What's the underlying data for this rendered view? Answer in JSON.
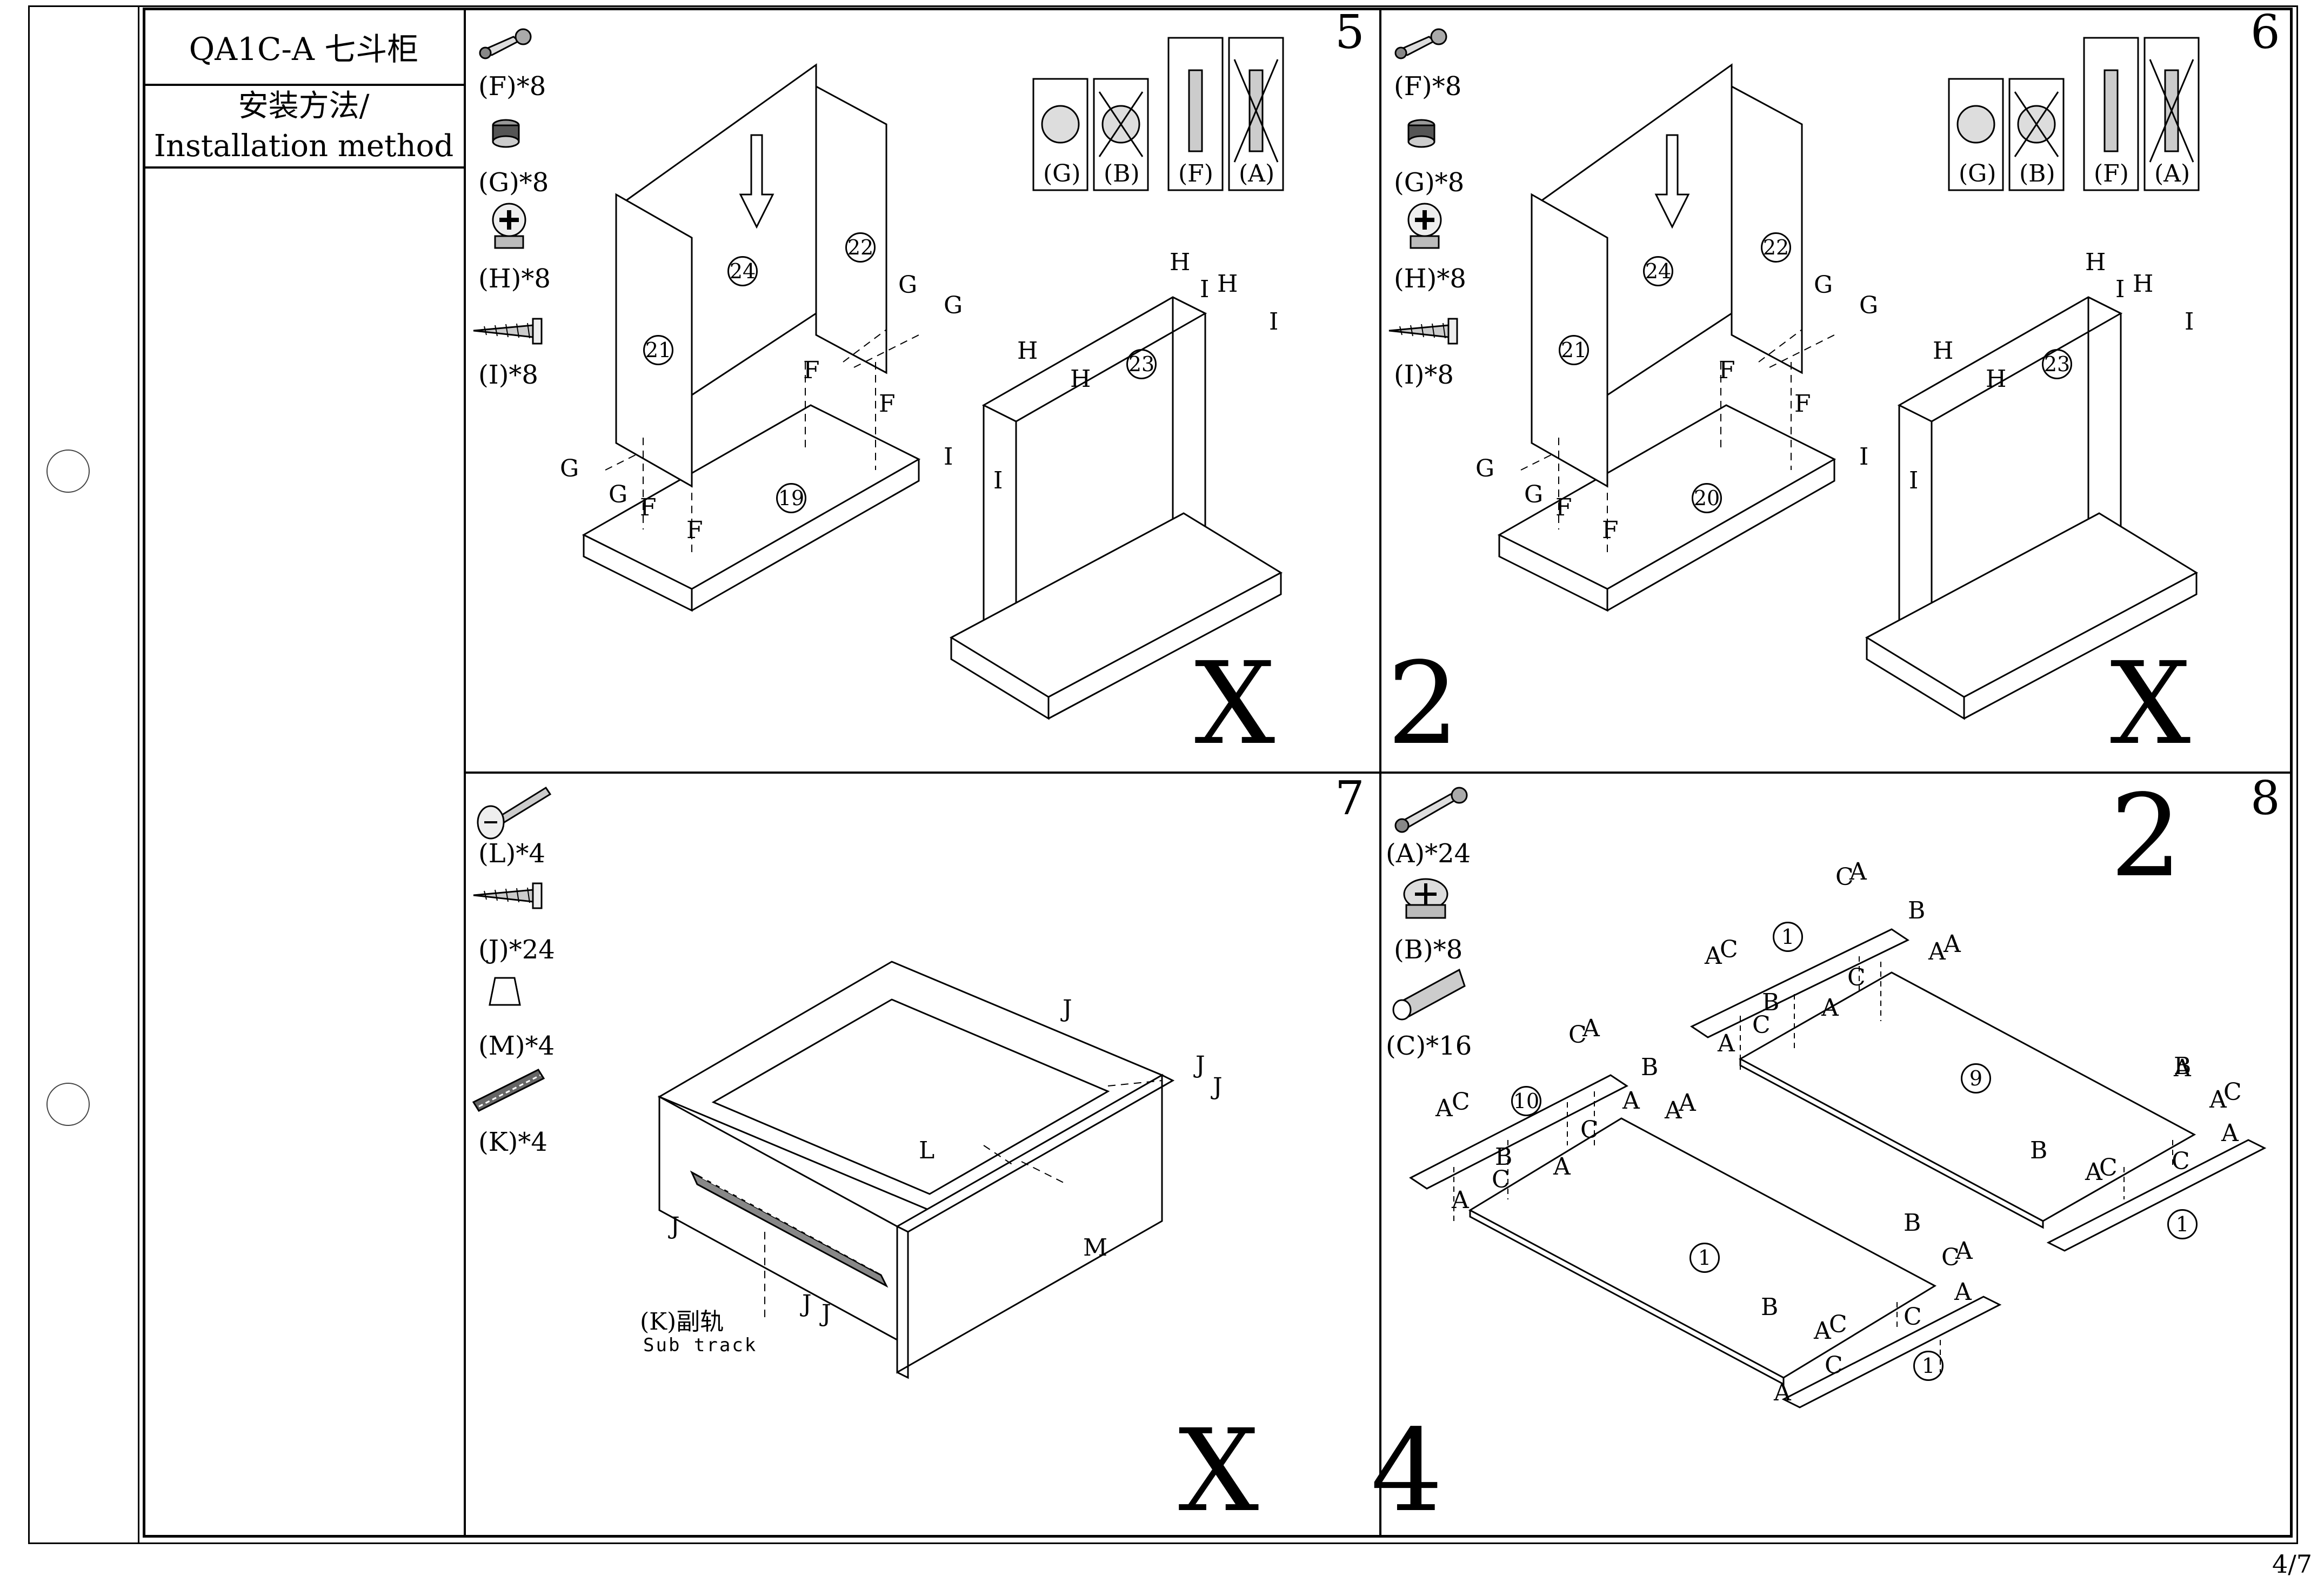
{
  "header": {
    "model": "QA1C-A 七斗柜",
    "method_cn": "安装方法/",
    "method_en": "Installation method"
  },
  "page": "4/7",
  "steps": [
    {
      "number": "5",
      "multiplier": "X 2",
      "hardware": [
        {
          "label": "(F)*8",
          "icon": "cam-bolt-icon"
        },
        {
          "label": "(G)*8",
          "icon": "cam-lock-small-icon"
        },
        {
          "label": "(H)*8",
          "icon": "cam-lock-icon"
        },
        {
          "label": "(I)*8",
          "icon": "wood-screw-icon"
        }
      ],
      "legend": [
        "(G)",
        "(B)",
        "(F)",
        "(A)"
      ],
      "panels": [
        "24",
        "22",
        "21",
        "19",
        "23"
      ],
      "letters": [
        "G",
        "G",
        "F",
        "F",
        "G",
        "G",
        "F",
        "F",
        "H",
        "I",
        "H",
        "H",
        "H",
        "I",
        "I",
        "I"
      ]
    },
    {
      "number": "6",
      "multiplier": "X 2",
      "hardware": [
        {
          "label": "(F)*8",
          "icon": "cam-bolt-icon"
        },
        {
          "label": "(G)*8",
          "icon": "cam-lock-small-icon"
        },
        {
          "label": "(H)*8",
          "icon": "cam-lock-icon"
        },
        {
          "label": "(I)*8",
          "icon": "wood-screw-icon"
        }
      ],
      "legend": [
        "(G)",
        "(B)",
        "(F)",
        "(A)"
      ],
      "panels": [
        "24",
        "22",
        "21",
        "20",
        "23"
      ],
      "letters": [
        "G",
        "G",
        "F",
        "F",
        "G",
        "G",
        "F",
        "F",
        "H",
        "I",
        "H",
        "H",
        "H",
        "I",
        "I",
        "I"
      ]
    },
    {
      "number": "7",
      "multiplier": "X 4",
      "hardware": [
        {
          "label": "(L)*4",
          "icon": "knob-screw-icon"
        },
        {
          "label": "(J)*24",
          "icon": "wood-screw-icon"
        },
        {
          "label": "(M)*4",
          "icon": "bumper-icon"
        },
        {
          "label": "(K)*4",
          "icon": "slide-rail-icon"
        }
      ],
      "letters": [
        "J",
        "J",
        "J",
        "L",
        "J",
        "J",
        "J",
        "M"
      ],
      "subtrack_cn": "(K)副轨",
      "subtrack_en": "Sub track"
    },
    {
      "number": "8",
      "hardware": [
        {
          "label": "(A)*24",
          "icon": "cam-bolt-icon"
        },
        {
          "label": "(B)*8",
          "icon": "cam-lock-icon"
        },
        {
          "label": "(C)*16",
          "icon": "dowel-icon"
        }
      ],
      "panels": [
        "1",
        "9",
        "1",
        "10",
        "1",
        "1"
      ],
      "letters_right": [
        "C",
        "A",
        "A",
        "C",
        "B",
        "A",
        "A",
        "C",
        "B",
        "A",
        "C",
        "A",
        "A",
        "B",
        "A",
        "C",
        "B",
        "A",
        "C",
        "C",
        "A"
      ],
      "letters_left": [
        "C",
        "A",
        "A",
        "C",
        "B",
        "A",
        "A",
        "A",
        "C",
        "C",
        "B",
        "A",
        "A",
        "B",
        "C",
        "A",
        "C",
        "A",
        "B",
        "A",
        "C",
        "C",
        "A"
      ]
    }
  ]
}
